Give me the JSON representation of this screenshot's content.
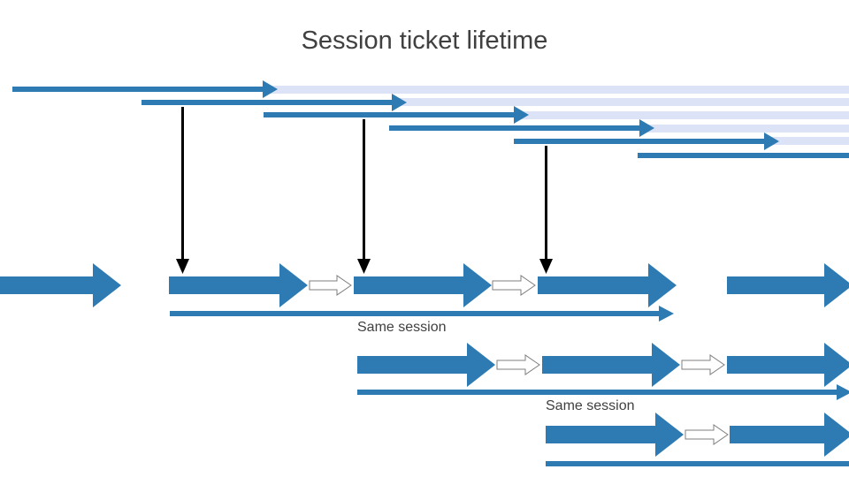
{
  "title": "Session ticket lifetime",
  "labels": {
    "same_session_1": "Same session",
    "same_session_2": "Same session"
  },
  "colors": {
    "arrow_blue": "#2e7bb4",
    "fade_band": "#dde3f7",
    "connector": "#000000",
    "hollow_stroke": "#7f7f7f",
    "title_text": "#404040"
  },
  "icons": {
    "ticket_arrow": "thin-right-arrow",
    "issue_marker": "down-arrow",
    "session_block": "thick-right-arrow",
    "resumption": "hollow-right-arrow"
  }
}
